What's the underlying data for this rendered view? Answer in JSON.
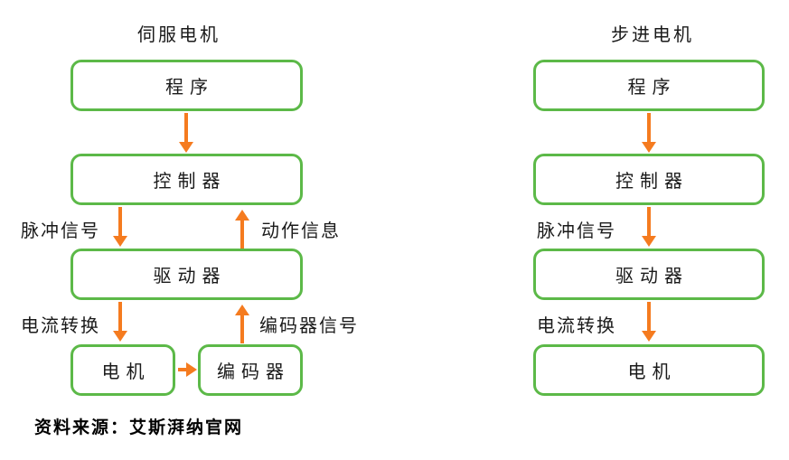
{
  "colors": {
    "box_border": "#5cb948",
    "arrow": "#f57b1f",
    "text": "#1a1a1a"
  },
  "servo": {
    "title": "伺服电机",
    "boxes": {
      "program": "程序",
      "controller": "控制器",
      "driver": "驱动器",
      "motor": "电机",
      "encoder": "编码器"
    },
    "flow_labels": {
      "pulse_signal": "脉冲信号",
      "action_info": "动作信息",
      "current_conversion": "电流转换",
      "encoder_signal": "编码器信号"
    }
  },
  "stepper": {
    "title": "步进电机",
    "boxes": {
      "program": "程序",
      "controller": "控制器",
      "driver": "驱动器",
      "motor": "电机"
    },
    "flow_labels": {
      "pulse_signal": "脉冲信号",
      "current_conversion": "电流转换"
    }
  },
  "source_note": {
    "label": "资料来源：",
    "value": "艾斯湃纳官网"
  }
}
